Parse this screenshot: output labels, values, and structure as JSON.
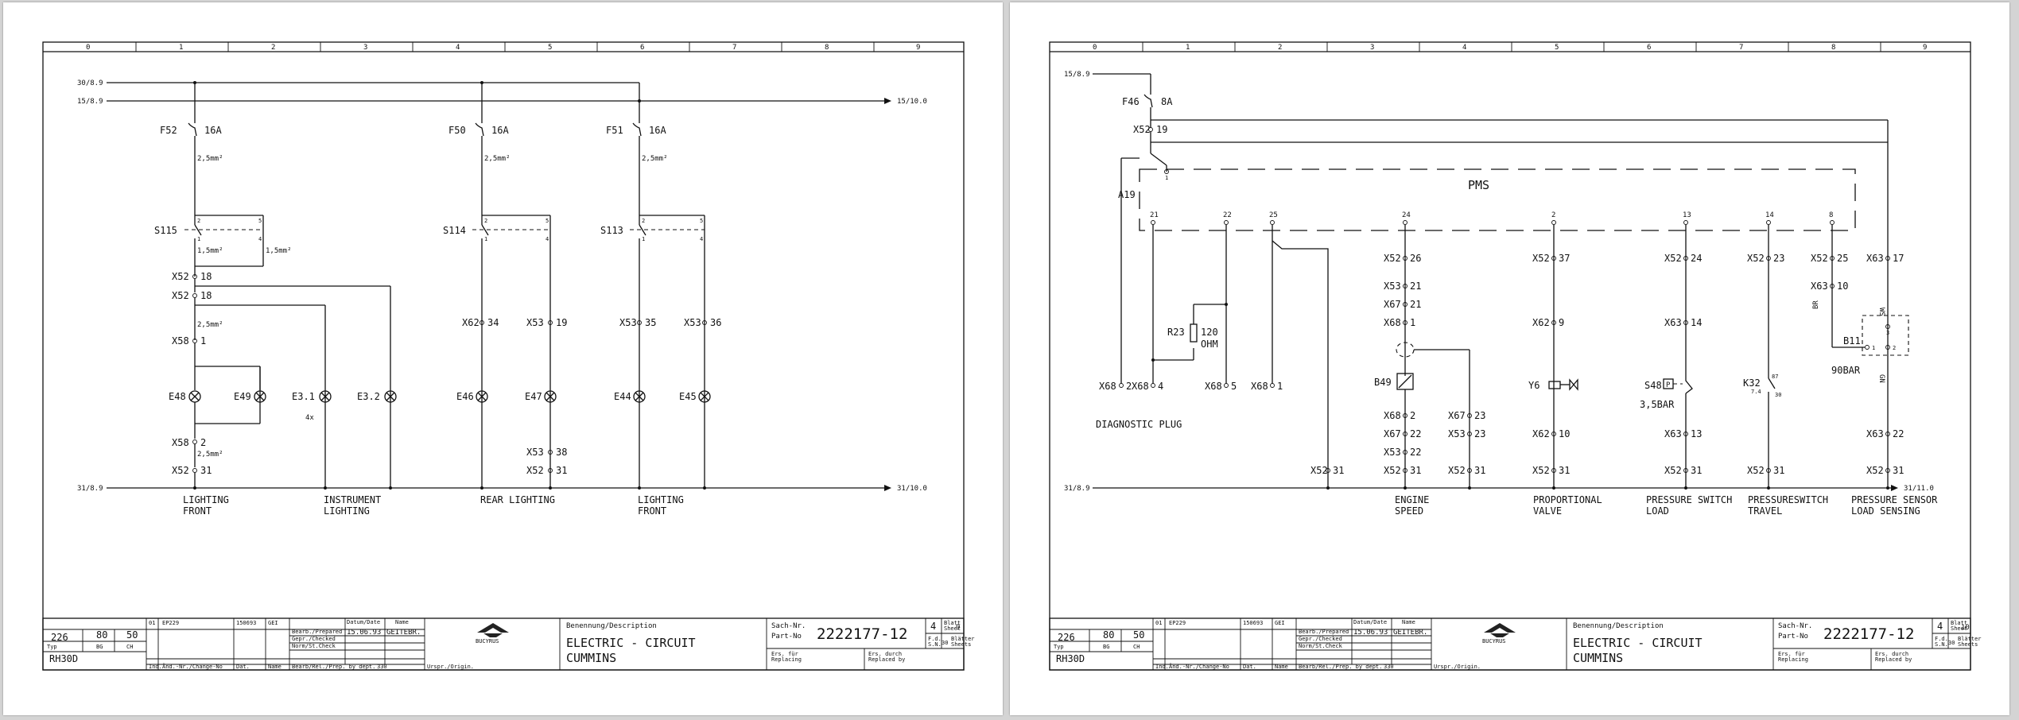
{
  "grid_columns": [
    "0",
    "1",
    "2",
    "3",
    "4",
    "5",
    "6",
    "7",
    "8",
    "9"
  ],
  "left_sheet": {
    "rails": {
      "rail_30": "30/8.9",
      "rail_15": "15/8.9",
      "rail_15_out": "15/10.0",
      "rail_31": "31/8.9",
      "rail_31_out": "31/10.0"
    },
    "fuses": [
      {
        "ref": "F52",
        "rating": "16A",
        "wire": "2,5mm²"
      },
      {
        "ref": "F50",
        "rating": "16A",
        "wire": "2,5mm²"
      },
      {
        "ref": "F51",
        "rating": "16A",
        "wire": "2,5mm²"
      }
    ],
    "switches": [
      {
        "ref": "S115",
        "p1": "1",
        "p2": "2",
        "p4": "4",
        "p5": "5",
        "wire_a": "1,5mm²",
        "wire_b": "1,5mm²"
      },
      {
        "ref": "S114",
        "p1": "1",
        "p2": "2",
        "p4": "4",
        "p5": "5"
      },
      {
        "ref": "S113",
        "p1": "1",
        "p2": "2",
        "p4": "4",
        "p5": "5"
      }
    ],
    "connectors": {
      "x52_18a": "X52",
      "x52_18a_pin": "18",
      "x52_18b": "X52",
      "x52_18b_pin": "18",
      "wire_25": "2,5mm²",
      "x58_1": "X58",
      "x58_1_pin": "1",
      "x58_2": "X58",
      "x58_2_pin": "2",
      "wire_25b": "2,5mm²",
      "x52_31": "X52",
      "x52_31_pin": "31",
      "x62_34": "X62",
      "x62_34_pin": "34",
      "x53_19": "X53",
      "x53_19_pin": "19",
      "x53_35": "X53",
      "x53_35_pin": "35",
      "x53_36": "X53",
      "x53_36_pin": "36",
      "x53_38": "X53",
      "x53_38_pin": "38",
      "x52_31b": "X52",
      "x52_31b_pin": "31"
    },
    "lamps": {
      "e48": "E48",
      "e49": "E49",
      "e3_1": "E3.1",
      "e3_2": "E3.2",
      "e46": "E46",
      "e47": "E47",
      "e44": "E44",
      "e45": "E45",
      "count": "4x"
    },
    "groups": [
      {
        "line1": "LIGHTING",
        "line2": "FRONT"
      },
      {
        "line1": "INSTRUMENT",
        "line2": "LIGHTING"
      },
      {
        "line1": "REAR LIGHTING",
        "line2": ""
      },
      {
        "line1": "LIGHTING",
        "line2": "FRONT"
      }
    ]
  },
  "right_sheet": {
    "rails": {
      "rail_15": "15/8.9",
      "rail_31": "31/8.9",
      "rail_31_out": "31/11.0"
    },
    "fuse": {
      "ref": "F46",
      "rating": "8A"
    },
    "x52_19": "X52",
    "x52_19_pin": "19",
    "pms_label": "PMS",
    "a19": "A19",
    "pins": {
      "p1": "1",
      "p21": "21",
      "p22": "22",
      "p25": "25",
      "p24": "24",
      "p2": "2",
      "p13": "13",
      "p14": "14",
      "p8": "8"
    },
    "diag": {
      "x68_2": "X68",
      "x68_2_pin": "2",
      "x68_4": "X68",
      "x68_4_pin": "4",
      "x68_5": "X68",
      "x68_5_pin": "5",
      "x68_1": "X68",
      "x68_1_pin": "1",
      "label": "DIAGNOSTIC PLUG"
    },
    "r23": {
      "ref": "R23",
      "value": "120",
      "unit": "OHM"
    },
    "x52_31": "X52",
    "x52_31_pin": "31",
    "engine": {
      "c1": "X52",
      "c1p": "26",
      "c2": "X53",
      "c2p": "21",
      "c3": "X67",
      "c3p": "21",
      "c4": "X68",
      "c4p": "1",
      "b49": "B49",
      "c5": "X68",
      "c5p": "2",
      "c6": "X67",
      "c6p": "22",
      "c7": "X53",
      "c7p": "22",
      "c8": "X52",
      "c8p": "31",
      "c9": "X67",
      "c9p": "23",
      "c10": "X53",
      "c10p": "23",
      "c11": "X52",
      "c11p": "31"
    },
    "prop": {
      "c1": "X52",
      "c1p": "37",
      "c2": "X62",
      "c2p": "9",
      "y": "Y6",
      "c3": "X62",
      "c3p": "10",
      "c4": "X52",
      "c4p": "31"
    },
    "pswitch": {
      "c1": "X52",
      "c1p": "24",
      "c2": "X63",
      "c2p": "14",
      "s": "S48",
      "p": "P",
      "bar": "3,5BAR",
      "c3": "X63",
      "c3p": "13",
      "c4": "X52",
      "c4p": "31"
    },
    "ptravel": {
      "c1": "X52",
      "c1p": "23",
      "k": "K32",
      "k87": "87",
      "k30": "30",
      "k74": "7.4",
      "c2": "X52",
      "c2p": "31"
    },
    "psensor": {
      "c1": "X52",
      "c1p": "25",
      "c2": "X63",
      "c2p": "17",
      "c3": "X63",
      "c3p": "10",
      "br": "BR",
      "ws": "WS",
      "gn": "GN",
      "b11": "B11",
      "bar": "90BAR",
      "s1": "1",
      "s2": "2",
      "s3": "3",
      "c4": "X63",
      "c4p": "22",
      "c5": "X52",
      "c5p": "31"
    },
    "groups": [
      {
        "line1": "ENGINE",
        "line2": "SPEED"
      },
      {
        "line1": "PROPORTIONAL",
        "line2": "VALVE"
      },
      {
        "line1": "PRESSURE SWITCH",
        "line2": "LOAD"
      },
      {
        "line1": "PRESSURESWITCH",
        "line2": "TRAVEL"
      },
      {
        "line1": "PRESSURE SENSOR",
        "line2": "LOAD SENSING"
      }
    ]
  },
  "title_block": {
    "typ_a": "226",
    "typ_b": "80",
    "typ_c": "50",
    "typ_label": "Typ",
    "bg": "BG",
    "ch": "CH",
    "model": "RH30D",
    "rev": "01",
    "change": "EP229",
    "code": "150693",
    "name_s": "GEI",
    "date_label": "Datum/Date",
    "name_label": "Name",
    "prepared": "Bearb./Prepared",
    "checked": "Gepr./Checked",
    "norm": "Norm/St.Check",
    "date": "15.06.93",
    "by": "GEITEBR.",
    "ind": "Ind.",
    "chg_no": "Änd.-Nr./Change-No",
    "dat": "Dat.",
    "nam": "Name",
    "dept": "Bearb/Rel./Prep. by dept.",
    "dept_no": "330",
    "origin": "Urspr./Origin.",
    "logo": "BUCYRUS",
    "desc_label": "Benennung/Description",
    "desc1": "ELECTRIC - CIRCUIT",
    "desc2": "CUMMINS",
    "sach": "Sach-Nr.",
    "part_label": "Part-No",
    "part_no": "2222177-12",
    "sheet_label": "Blatt",
    "sheet_label2": "Sheet",
    "sheet_of_label": "Blätter",
    "sheet_of_label2": "Sheets",
    "fa": "F.d.",
    "sno": "S.N.",
    "rev_no": "4",
    "left_sheet_no": "9",
    "right_sheet_no": "10",
    "total": "30",
    "replacing": "Ers. für",
    "replacing2": "Replacing",
    "replaced": "Ers. durch",
    "replaced2": "Replaced by"
  }
}
